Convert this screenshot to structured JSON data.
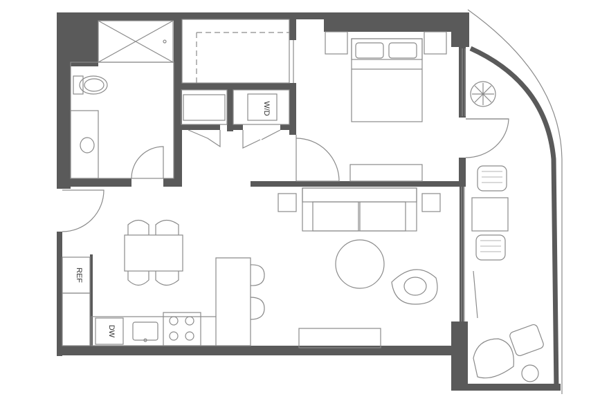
{
  "floorplan": {
    "labels": {
      "washer_dryer": "W/D",
      "refrigerator": "REF",
      "dishwasher": "DW"
    },
    "colors": {
      "wall": "#5a5a5a",
      "line": "#8a8a8a",
      "background": "#ffffff"
    }
  }
}
